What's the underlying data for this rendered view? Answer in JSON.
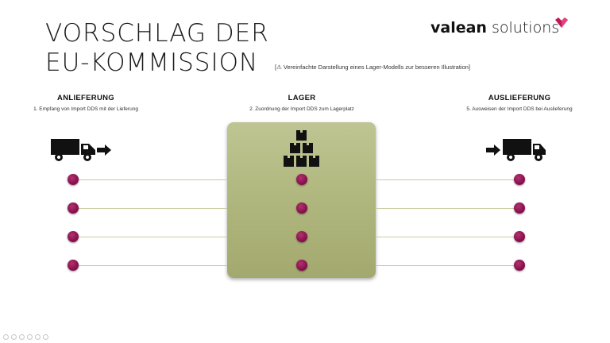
{
  "title": {
    "line1": "VORSCHLAG DER",
    "line2": "EU-KOMMISSION"
  },
  "subnote": "[⚠ Vereinfachte Darstellung eines Lager-Modells zur besseren Illustration]",
  "logo": {
    "brand": "valean",
    "rest": " solutions",
    "accent_color": "#c2185b"
  },
  "columns": {
    "left": {
      "heading": "ANLIEFERUNG",
      "step": "1. Empfang von Import DDS mit der Lieferung"
    },
    "center": {
      "heading": "LAGER",
      "step": "2. Zuordnung der Import DDS zum Lagerplatz"
    },
    "right": {
      "heading": "AUSLIEFERUNG",
      "step": "5. Ausweisen der Import DDS bei Auslieferung"
    }
  },
  "icons": {
    "inbound": "delivery-truck-icon",
    "warehouse": "stacked-boxes-icon",
    "outbound": "delivery-truck-icon"
  },
  "colors": {
    "dot": "#8a0f4e",
    "warehouse": "#b2b981",
    "flow_line": "#c9cba0"
  },
  "row_count": 4
}
